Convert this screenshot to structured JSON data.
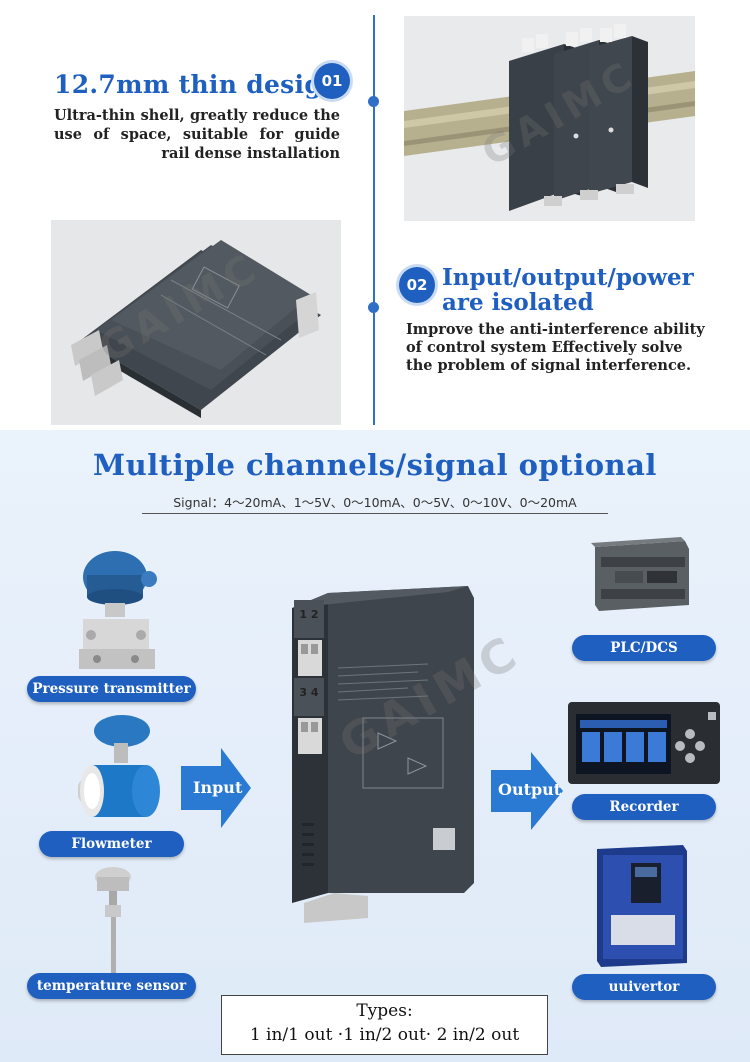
{
  "feature1": {
    "title": "12.7mm thin design",
    "badge": "01",
    "description": "Ultra-thin shell, greatly reduce the use of space, suitable for guide rail dense installation"
  },
  "feature2": {
    "title_line1": "Input/output/power",
    "title_line2": "are isolated",
    "badge": "02",
    "description": "Improve the anti-interference ability of control system Effectively solve the problem of signal interference."
  },
  "watermark": "GAIMC",
  "channels": {
    "title": "Multiple channels/signal optional",
    "signal": "Signal：4～20mA、1～5V、0～10mA、0～5V、0～10V、0～20mA"
  },
  "inputs": [
    {
      "label": "Pressure transmitter",
      "icon": "pressure-transmitter-icon"
    },
    {
      "label": "Flowmeter",
      "icon": "flowmeter-icon"
    },
    {
      "label": "temperature sensor",
      "icon": "temperature-sensor-icon"
    }
  ],
  "outputs": [
    {
      "label": "PLC/DCS",
      "icon": "plc-icon"
    },
    {
      "label": "Recorder",
      "icon": "recorder-icon"
    },
    {
      "label": "uuivertor",
      "icon": "inverter-icon"
    }
  ],
  "arrows": {
    "input": "Input",
    "output": "Output"
  },
  "device": {
    "terminals_top": "1 2",
    "terminals_mid": "3 4"
  },
  "types": {
    "heading": "Types:",
    "list": "1 in/1 out ·1 in/2 out· 2 in/2 out"
  },
  "colors": {
    "accent": "#1f5fc0",
    "background_bottom": "#e4eef9",
    "device": "#3b4148"
  }
}
